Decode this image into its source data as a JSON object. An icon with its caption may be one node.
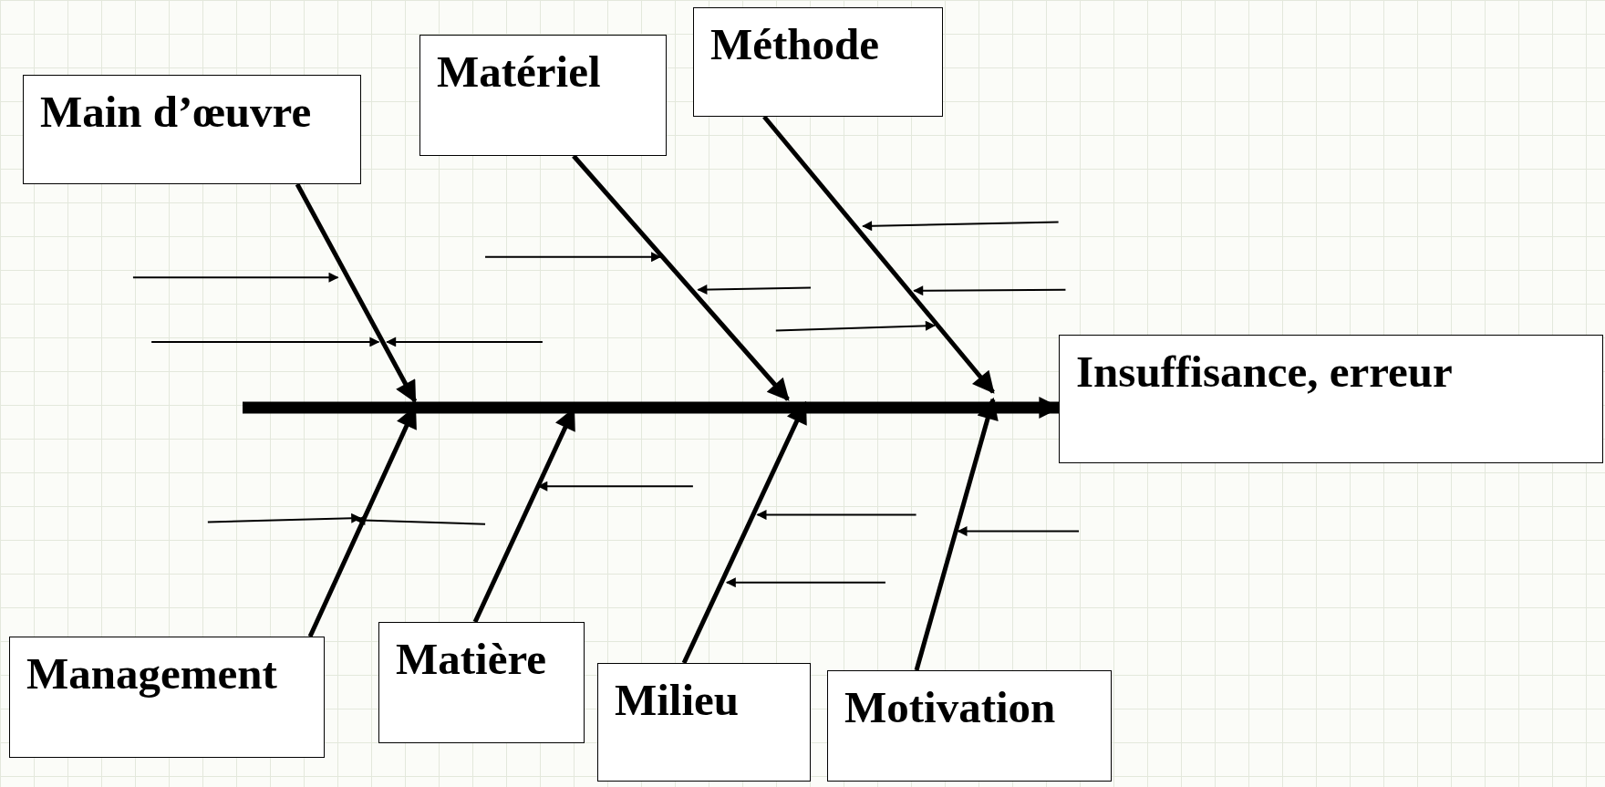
{
  "diagram": {
    "nodes": [
      {
        "text": [
          "Main d’œuvre"
        ]
      },
      {
        "text": [
          "Matériel"
        ]
      },
      {
        "text": [
          "Méthode"
        ]
      },
      {
        "text": [
          "Insuffisance, erreur"
        ]
      },
      {
        "text": [
          "Management"
        ]
      },
      {
        "text": [
          "Matière"
        ]
      },
      {
        "text": [
          "Milieu"
        ]
      },
      {
        "text": [
          "Motivation"
        ]
      }
    ],
    "edges": [
      {
        "from": null,
        "to": 3,
        "arrow": "to",
        "style": "thick"
      },
      {
        "from": 0,
        "to": null,
        "arrow": "to"
      },
      {
        "from": 1,
        "to": null,
        "arrow": "to"
      },
      {
        "from": 2,
        "to": null,
        "arrow": "to"
      },
      {
        "from": 4,
        "to": null,
        "arrow": "to"
      },
      {
        "from": 5,
        "to": null,
        "arrow": "to"
      },
      {
        "from": 6,
        "to": null,
        "arrow": "to"
      },
      {
        "from": 7,
        "to": null,
        "arrow": "to"
      }
    ]
  }
}
